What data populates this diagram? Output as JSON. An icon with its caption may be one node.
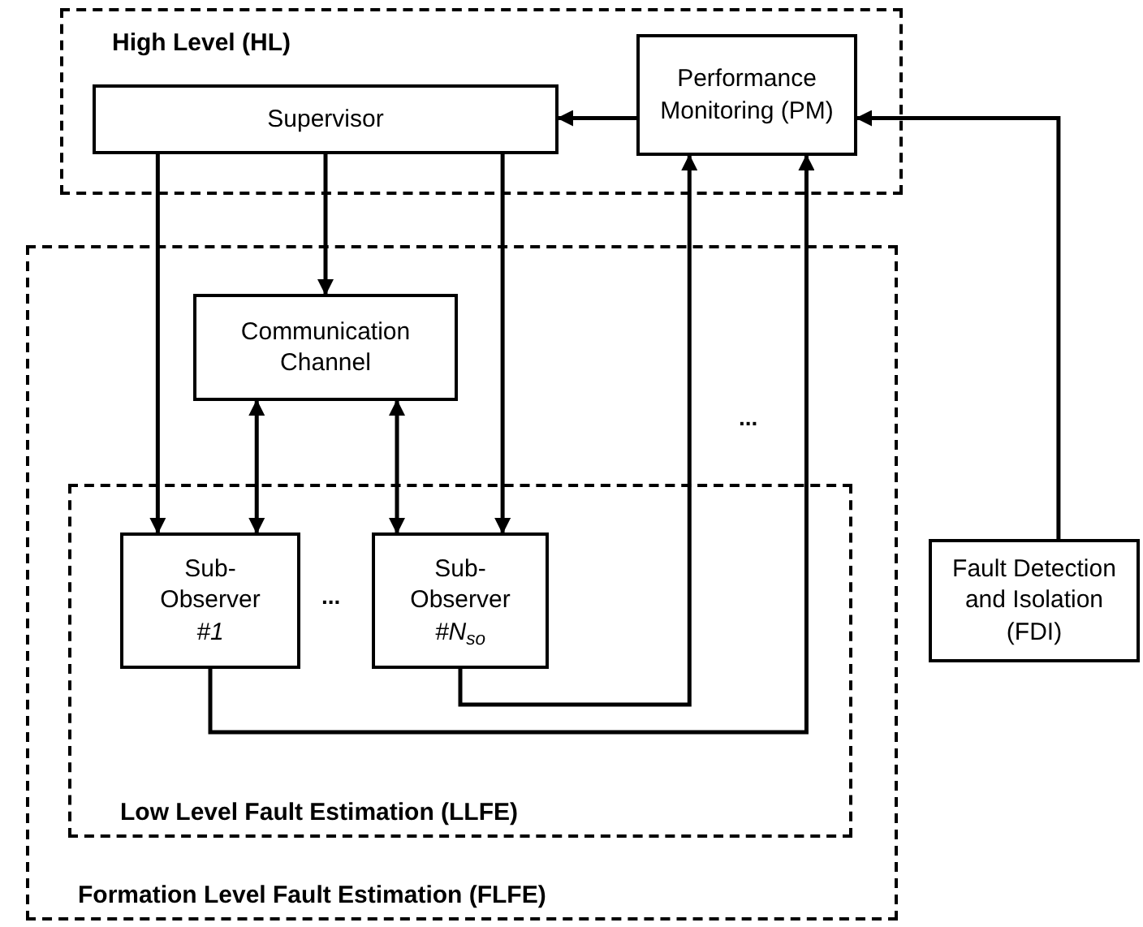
{
  "diagram": {
    "nodes": [
      {
        "text": [
          "High Level (HL)"
        ]
      },
      {
        "text": [
          "Supervisor"
        ],
        "in": 0
      },
      {
        "text": [
          "Performance Monitoring (PM)"
        ],
        "in": 0
      },
      {
        "text": [
          "Formation Level Fault Estimation (FLFE)"
        ]
      },
      {
        "text": [
          "Communication Channel"
        ],
        "in": 3
      },
      {
        "text": [
          "Low Level Fault Estimation (LLFE)"
        ],
        "in": 3
      },
      {
        "text": [
          "Sub- Observer",
          "#1"
        ],
        "in": 5
      },
      {
        "text": [
          "Sub- Observer",
          "#N$_{so}$"
        ],
        "in": 5
      },
      {
        "text": [
          "Fault Detection and Isolation (FDI)"
        ]
      }
    ],
    "edges": [
      {
        "from": 2,
        "to": 1,
        "arrow": "to"
      },
      {
        "from": 8,
        "to": 2,
        "arrow": "to"
      },
      {
        "from": 1,
        "to": 4,
        "arrow": "to"
      },
      {
        "from": 1,
        "to": 6,
        "arrow": "to"
      },
      {
        "from": 1,
        "to": 7,
        "arrow": "to"
      },
      {
        "from": 4,
        "to": 6,
        "arrow": "both"
      },
      {
        "from": 4,
        "to": 7,
        "arrow": "both"
      },
      {
        "from": 6,
        "to": 2,
        "arrow": "to"
      },
      {
        "from": 7,
        "to": 2,
        "arrow": "to"
      }
    ],
    "labels": [
      "...",
      "..."
    ]
  }
}
